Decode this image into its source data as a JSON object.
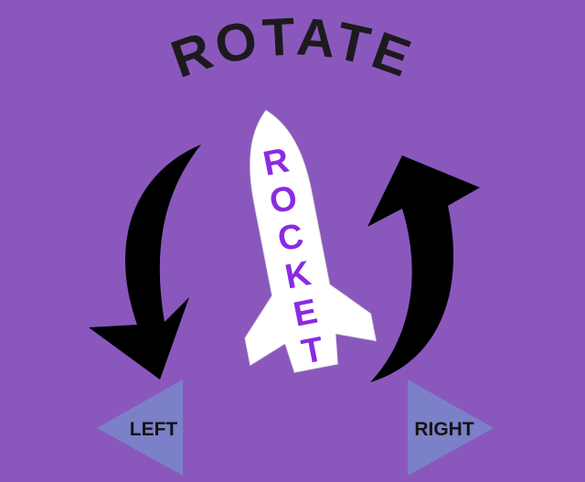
{
  "title": "ROTATE",
  "rocket_label": [
    "R",
    "O",
    "C",
    "K",
    "E",
    "T"
  ],
  "controls": {
    "left_label": "LEFT",
    "right_label": "RIGHT"
  },
  "colors": {
    "background": "#8a58bd",
    "title": "#1d1a1e",
    "arrows": "#000000",
    "rocket_body": "#ffffff",
    "rocket_text": "#8a2be2",
    "button_fill": "#7c80c8"
  },
  "icons": {
    "left_curved_arrow": "rotate-counter-clockwise-arrow",
    "right_curved_arrow": "rotate-clockwise-arrow",
    "left_button": "triangle-left",
    "right_button": "triangle-right"
  }
}
